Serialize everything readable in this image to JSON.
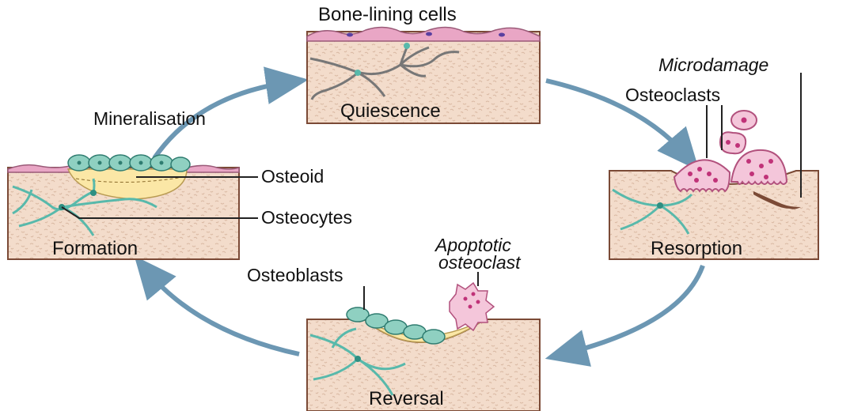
{
  "labels": {
    "bone_lining_cells": "Bone-lining cells",
    "quiescence": "Quiescence",
    "microdamage": "Microdamage",
    "osteoclasts": "Osteoclasts",
    "resorption": "Resorption",
    "apoptotic_line1": "Apoptotic",
    "apoptotic_line2": "osteoclast",
    "osteoblasts": "Osteoblasts",
    "reversal": "Reversal",
    "mineralisation": "Mineralisation",
    "osteoid": "Osteoid",
    "osteocytes": "Osteocytes",
    "formation": "Formation"
  },
  "colors": {
    "bone_fill": "#f3dccb",
    "bone_texture": "#d9b8a2",
    "block_border": "#7b4a36",
    "cycle_arrow": "#6c97b3",
    "lining_cell": "#e9a6c5",
    "osteoclast": "#f4c6da",
    "osteocyte": "#58b9ab",
    "osteoblast": "#8fd0c1",
    "osteoid": "#fbe7a6",
    "leader_line": "#222222"
  }
}
